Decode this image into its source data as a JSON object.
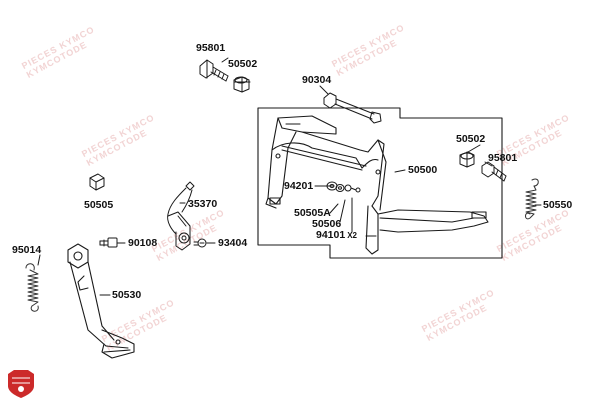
{
  "watermark": {
    "line1": "PIECES KYMCO",
    "line2": "KYMCOTODE"
  },
  "parts": {
    "p95801a": "95801",
    "p50502a": "50502",
    "p90304": "90304",
    "p50502b": "50502",
    "p95801b": "95801",
    "p50500": "50500",
    "p94201": "94201",
    "p50505A": "50505A",
    "p50506": "50506",
    "p94101": "94101",
    "p94101_qty": "X2",
    "p50550": "50550",
    "p50505": "50505",
    "p35370": "35370",
    "p95014": "95014",
    "p90108": "90108",
    "p93404": "93404",
    "p50530": "50530"
  },
  "colors": {
    "line": "#1a1a1a",
    "accent": "#cc2a2a",
    "spring": "#333333"
  },
  "icons": {
    "brand_badge": "shield-logo-icon"
  }
}
